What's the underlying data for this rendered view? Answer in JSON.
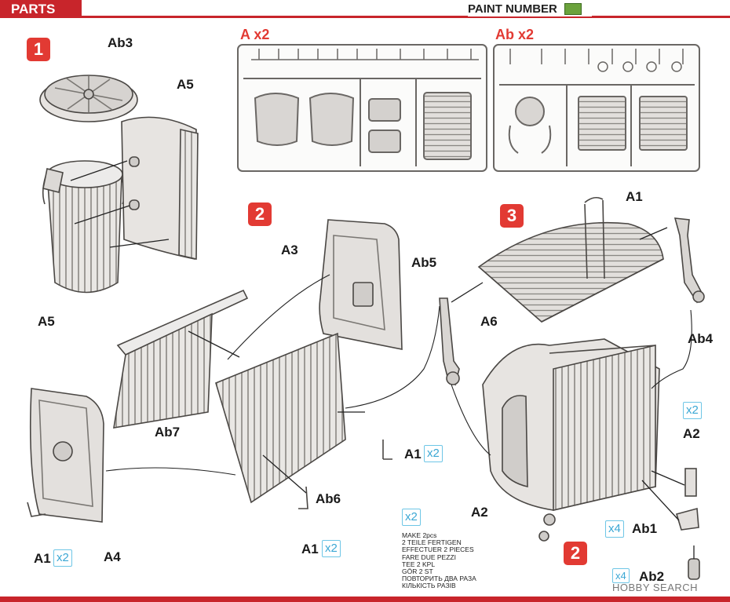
{
  "header": {
    "section_title": "PARTS",
    "paint_label": "PAINT NUMBER",
    "paint_color": "#6ba23c",
    "accent_color": "#c8252b"
  },
  "sprues": [
    {
      "title": "A x2"
    },
    {
      "title": "Ab x2"
    }
  ],
  "steps": [
    {
      "number": "1",
      "labels": {
        "lid": "Ab3",
        "shell_top": "A5",
        "shell_bottom": "A5"
      }
    },
    {
      "number": "2",
      "labels": {
        "front": "A3",
        "back": "A4",
        "top": "Ab7",
        "side": "Ab6",
        "pin_right": "A1",
        "pin_bottom": "A1",
        "pin_left": "A1",
        "arm": "Ab5"
      }
    },
    {
      "number": "3",
      "labels": {
        "lid": "A6",
        "pin_top": "A1",
        "arm_right": "Ab4",
        "foot": "A2",
        "foot_left": "A2",
        "wheel_bracket": "Ab1",
        "wheel": "Ab2",
        "subassembly": "2"
      }
    }
  ],
  "quantities": {
    "x2": "x2",
    "x4": "x4"
  },
  "make_notes": [
    "MAKE 2pcs",
    "2 TEILE FERTIGEN",
    "EFFECTUER 2 PIECES",
    "FARE DUE PEZZI",
    "TEE 2 KPL",
    "GÖR 2 ST",
    "ПОВТОРИТЬ ДВА РАЗА",
    "КІЛЬКІСТЬ РАЗІВ"
  ],
  "watermark": "HOBBY SEARCH"
}
